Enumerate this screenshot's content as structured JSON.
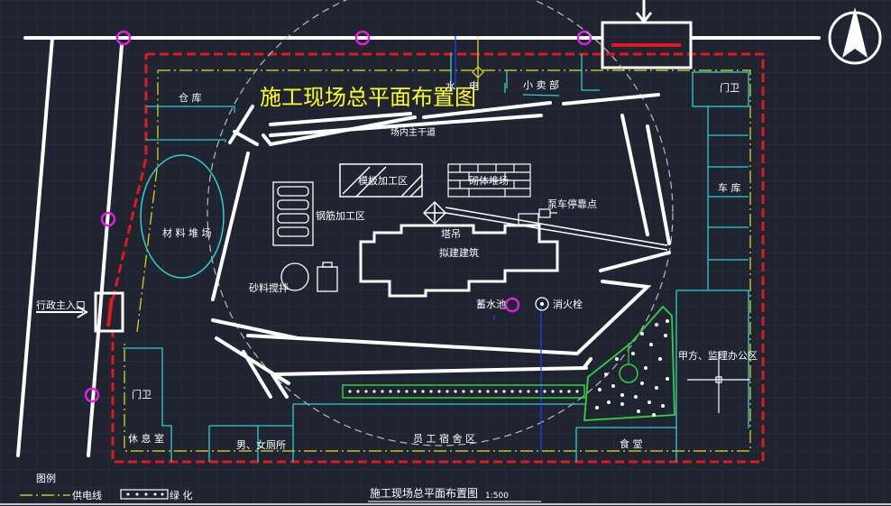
{
  "drawing": {
    "title": "施工现场总平面布置图",
    "bottom_caption": "施工现场总平面布置图",
    "bottom_scale": "1:500",
    "labels": {
      "warehouse": "仓  库",
      "water": "水",
      "power": "电",
      "shop": "小 卖 部",
      "gate_top": "门卫",
      "main_road": "场内主干道",
      "formwork": "模板加工区",
      "masonry": "砌体堆场",
      "pump_truck": "泵车停靠点",
      "material_yard": "材 料 堆 场",
      "rebar": "钢筋加工区",
      "crane": "塔吊",
      "proposed_building": "拟建建筑",
      "garage": "车 库",
      "admin_entrance": "行政主入口",
      "mortar": "砂料搅拌",
      "pool": "蓄水池",
      "hydrant": "消火栓",
      "office": "甲方、监理办公区",
      "gate_bottom": "门卫",
      "rest_room": "休 息 室",
      "toilet": "男、女厕所",
      "dormitory": "员 工 宿 舍 区",
      "canteen": "食 堂"
    },
    "legend": {
      "title": "图例",
      "power_line": "供电线",
      "greening": "绿  化"
    }
  },
  "colors": {
    "background": "#1f2430",
    "boundary": "#e0191e",
    "road": "#ffffff",
    "cyan": "#2fd0d0",
    "yellow": "#ffff20",
    "green": "#34d040",
    "magenta": "#e020e0",
    "blue": "#2040ff"
  }
}
